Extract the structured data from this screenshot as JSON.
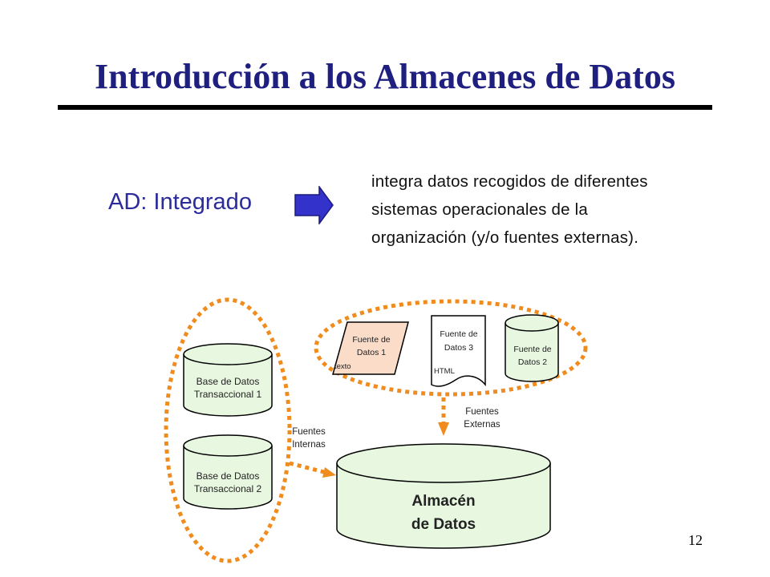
{
  "slide": {
    "title": "Introducción a los Almacenes de Datos",
    "label": "AD: Integrado",
    "description": "integra datos recogidos de diferentes sistemas operacionales de la organización (y/o fuentes externas).",
    "page_number": "12"
  },
  "diagram": {
    "internal_db_1": [
      "Base de Datos",
      "Transaccional 1"
    ],
    "internal_db_2": [
      "Base de Datos",
      "Transaccional 2"
    ],
    "external_source_1": {
      "lines": [
        "Fuente de",
        "Datos 1"
      ],
      "tag": "texto"
    },
    "external_source_3": {
      "lines": [
        "Fuente de",
        "Datos 3"
      ],
      "tag": "HTML"
    },
    "external_source_2": [
      "Fuente de",
      "Datos 2"
    ],
    "internal_label": [
      "Fuentes",
      "Internas"
    ],
    "external_label": [
      "Fuentes",
      "Externas"
    ],
    "warehouse": [
      "Almacén",
      "de Datos"
    ]
  },
  "colors": {
    "title": "#1f1f80",
    "label": "#2b2b9c",
    "arrow": "#3333cc",
    "dotted": "#f08c1e",
    "cylinder_fill": "#e8f7e0",
    "parallelogram_fill": "#fbdcc8"
  }
}
